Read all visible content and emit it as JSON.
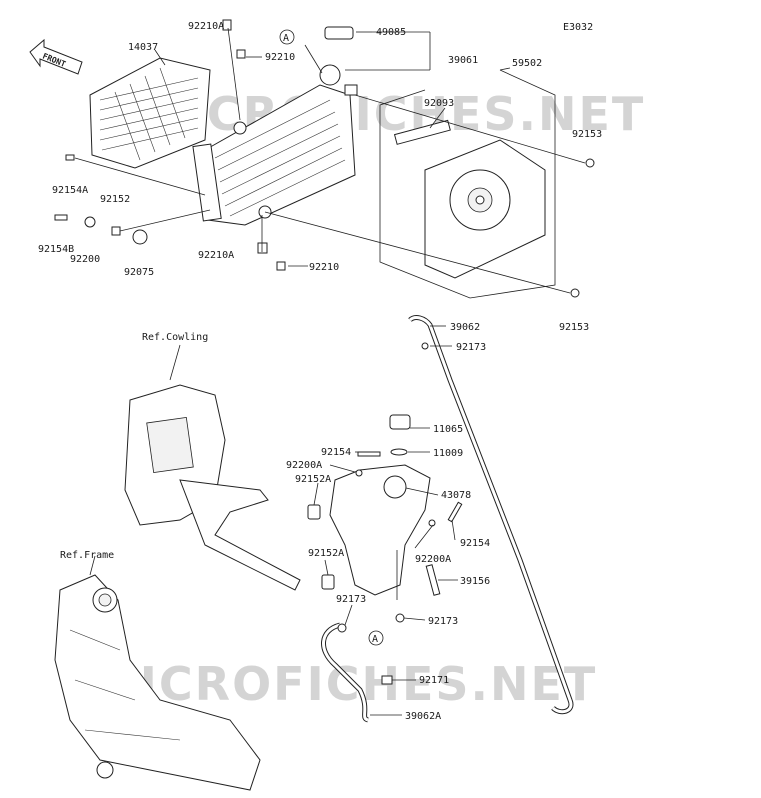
{
  "diagram_code": "E3032",
  "direction_label": "FRONT",
  "watermark": "MICROFICHES.NET",
  "reference_labels": {
    "cowling": "Ref.Cowling",
    "frame": "Ref.Frame"
  },
  "callout_letter": "A",
  "part_labels": [
    {
      "id": "p14037",
      "text": "14037"
    },
    {
      "id": "p92210A_top",
      "text": "92210A"
    },
    {
      "id": "p92210_top",
      "text": "92210"
    },
    {
      "id": "p49085",
      "text": "49085"
    },
    {
      "id": "p39061",
      "text": "39061"
    },
    {
      "id": "p59502",
      "text": "59502"
    },
    {
      "id": "p92093",
      "text": "92093"
    },
    {
      "id": "p92153_top",
      "text": "92153"
    },
    {
      "id": "p92154A",
      "text": "92154A"
    },
    {
      "id": "p92152",
      "text": "92152"
    },
    {
      "id": "p92154B",
      "text": "92154B"
    },
    {
      "id": "p92200",
      "text": "92200"
    },
    {
      "id": "p92075",
      "text": "92075"
    },
    {
      "id": "p92210A_bot",
      "text": "92210A"
    },
    {
      "id": "p92210_bot",
      "text": "92210"
    },
    {
      "id": "p92153_bot",
      "text": "92153"
    },
    {
      "id": "p39062",
      "text": "39062"
    },
    {
      "id": "p92173_top",
      "text": "92173"
    },
    {
      "id": "p11065",
      "text": "11065"
    },
    {
      "id": "p92154",
      "text": "92154"
    },
    {
      "id": "p11009",
      "text": "11009"
    },
    {
      "id": "p92200A_left",
      "text": "92200A"
    },
    {
      "id": "p92152A_top",
      "text": "92152A"
    },
    {
      "id": "p43078",
      "text": "43078"
    },
    {
      "id": "p92154_right",
      "text": "92154"
    },
    {
      "id": "p92200A_right",
      "text": "92200A"
    },
    {
      "id": "p92152A_bot",
      "text": "92152A"
    },
    {
      "id": "p39156",
      "text": "39156"
    },
    {
      "id": "p92173_mid",
      "text": "92173"
    },
    {
      "id": "p92173_right",
      "text": "92173"
    },
    {
      "id": "p92171",
      "text": "92171"
    },
    {
      "id": "p39062A",
      "text": "39062A"
    }
  ]
}
